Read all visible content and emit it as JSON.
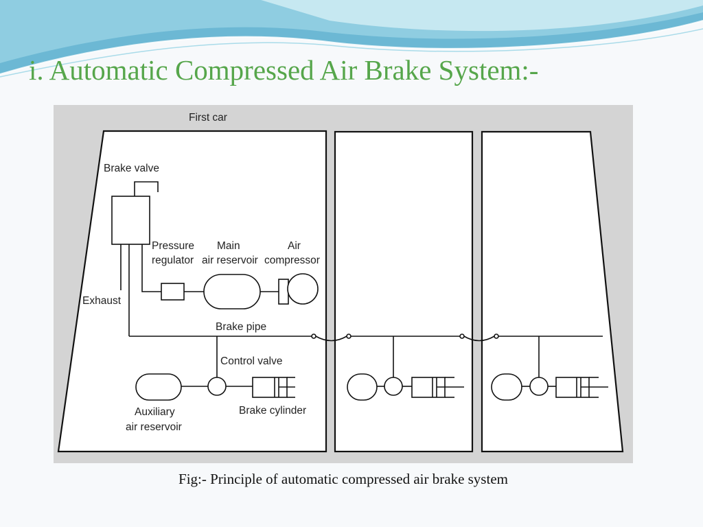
{
  "slide": {
    "title": "i. Automatic Compressed Air Brake System:-",
    "caption": "Fig:- Principle of automatic compressed air brake system"
  },
  "diagram": {
    "first_car": "First car",
    "brake_valve": "Brake valve",
    "pressure_regulator": [
      "Pressure",
      "regulator"
    ],
    "main_air_reservoir": [
      "Main",
      "air reservoir"
    ],
    "air_compressor": [
      "Air",
      "compressor"
    ],
    "exhaust": "Exhaust",
    "brake_pipe": "Brake pipe",
    "control_valve": "Control valve",
    "auxiliary_air_reservoir": [
      "Auxiliary",
      "air reservoir"
    ],
    "brake_cylinder": "Brake cylinder"
  },
  "colors": {
    "title": "#56a64b",
    "wave_dark": "#5fb1cf",
    "wave_light": "#bfe5ef",
    "figure_bg": "#d4d4d4",
    "line": "#111111"
  }
}
